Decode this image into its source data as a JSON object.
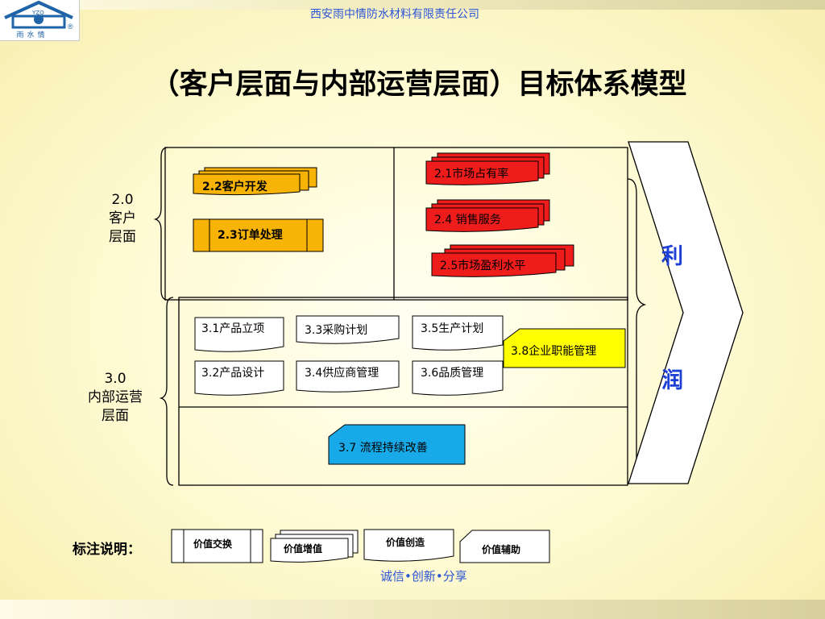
{
  "header": {
    "company_name": "西安雨中情防水材料有限责任公司",
    "logo_text": "雨水情",
    "logo_mark": "®"
  },
  "title": "（客户层面与内部运营层面）目标体系模型",
  "customer_layer": {
    "label_lines": [
      "2.0",
      "客户",
      "层面"
    ],
    "items": {
      "customer_dev": "2.2客户开发",
      "order_processing": "2.3订单处理",
      "market_share": "2.1市场占有率",
      "sales_service": "2.4 销售服务",
      "market_profit": "2.5市场盈利水平"
    }
  },
  "internal_layer": {
    "label_lines": [
      "3.0",
      "内部运营",
      "层面"
    ],
    "items": {
      "product_initiation": "3.1产品立项",
      "product_design": "3.2产品设计",
      "purchase_plan": "3.3采购计划",
      "supplier_mgmt": "3.4供应商管理",
      "production_plan": "3.5生产计划",
      "quality_mgmt": "3.6品质管理",
      "process_improvement": "3.7 流程持续改善",
      "function_mgmt": "3.8企业职能管理"
    }
  },
  "profit_arrow": {
    "char1": "利",
    "char2": "润"
  },
  "legend": {
    "title": "标注说明：",
    "value_exchange": "价值交换",
    "value_add": "价值增值",
    "value_create": "价值创造",
    "value_support": "价值辅助"
  },
  "slogan": "诚信•创新•分享",
  "colors": {
    "orange": "#f7b406",
    "red": "#ef1c1c",
    "yellow": "#ffff00",
    "blue": "#17a9e8",
    "accent_blue": "#1d3fd6"
  }
}
